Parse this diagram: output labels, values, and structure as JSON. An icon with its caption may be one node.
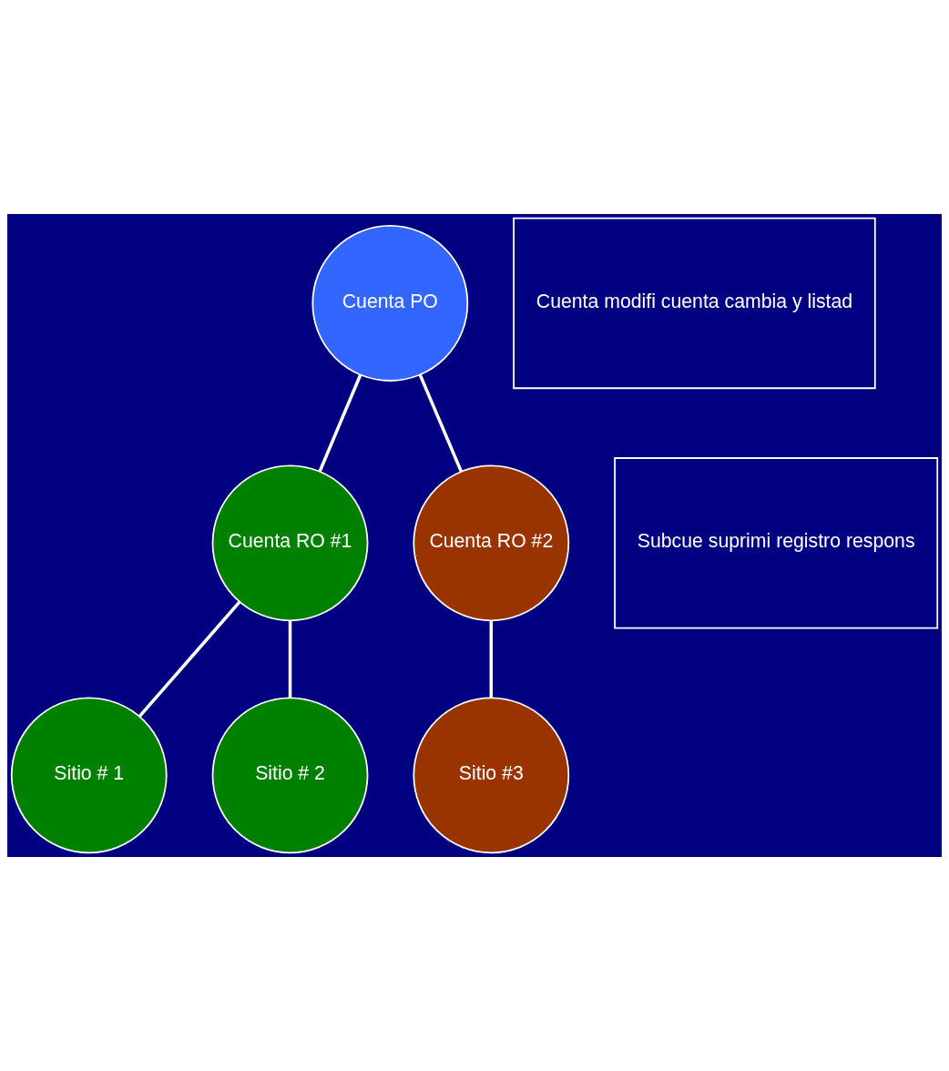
{
  "diagram": {
    "nodes": [
      {
        "text": [
          "Cuenta PO"
        ]
      },
      {
        "text": [
          "Cuenta RO #1"
        ]
      },
      {
        "text": [
          "Cuenta RO #2"
        ]
      },
      {
        "text": [
          "Sitio # 1"
        ]
      },
      {
        "text": [
          "Sitio # 2"
        ]
      },
      {
        "text": [
          "Sitio #3"
        ]
      },
      {
        "text": [
          "Cuenta modifi cuenta cambia y listad"
        ]
      },
      {
        "text": [
          "Subcue suprimi registro respons"
        ]
      }
    ],
    "edges": [
      {
        "from": 0,
        "to": 1,
        "arrow": "none"
      },
      {
        "from": 0,
        "to": 2,
        "arrow": "none"
      },
      {
        "from": 1,
        "to": 3,
        "arrow": "none"
      },
      {
        "from": 1,
        "to": 4,
        "arrow": "none"
      },
      {
        "from": 2,
        "to": 5,
        "arrow": "none"
      }
    ]
  }
}
